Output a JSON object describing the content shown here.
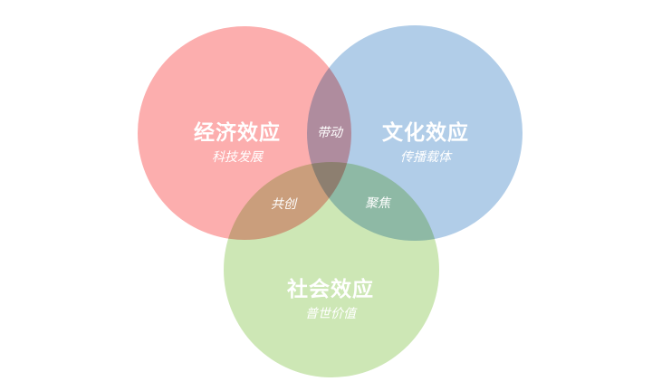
{
  "sets": [
    {
      "title": "经济效应",
      "subtitle": "科技发展",
      "color": "#fcaeae"
    },
    {
      "title": "文化效应",
      "subtitle": "传播载体",
      "color": "#b1cde8"
    },
    {
      "title": "社会效应",
      "subtitle": "普世价值",
      "color": "#cde7b5"
    }
  ],
  "overlaps": {
    "economy_culture": "带动",
    "economy_society": "共创",
    "culture_society": "聚焦"
  }
}
